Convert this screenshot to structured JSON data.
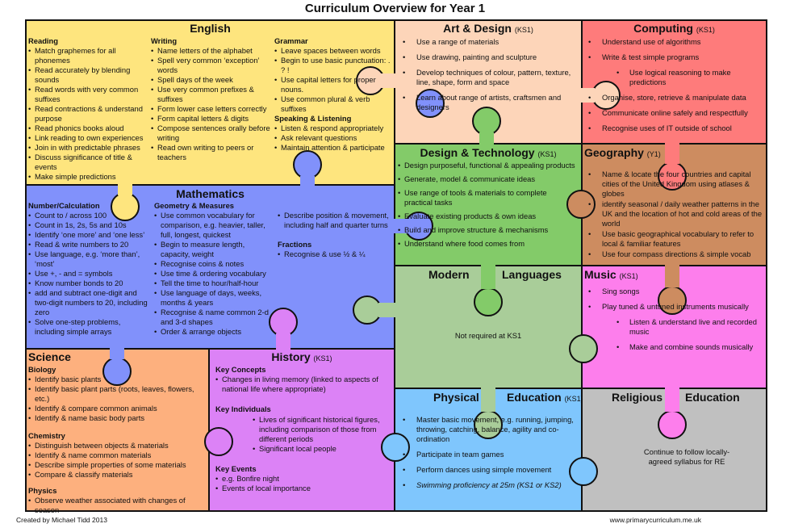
{
  "title": "Curriculum Overview for Year 1",
  "colors": {
    "english": "#fee57e",
    "art": "#fdd5b9",
    "computing": "#fe7b7b",
    "maths": "#8191fb",
    "design_tech": "#83cb69",
    "geography": "#cd8c60",
    "modern_languages": "#a9cd99",
    "music": "#fd7eec",
    "science": "#fdb07e",
    "history": "#dc82f6",
    "pe": "#7fc6fd",
    "re": "#c0c0c0"
  },
  "english": {
    "title": "English",
    "reading": {
      "label": "Reading",
      "items": [
        "Match graphemes for all phonemes",
        "Read accurately by blending sounds",
        "Read words with very common suffixes",
        "Read contractions & understand purpose",
        "Read phonics books aloud",
        "Link reading to own experiences",
        "Join in with predictable phrases",
        "Discuss significance of title & events",
        "Make simple predictions"
      ]
    },
    "writing": {
      "label": "Writing",
      "items": [
        "Name letters of the alphabet",
        "Spell very common ‘exception’ words",
        "Spell days of the week",
        "Use very common prefixes & suffixes",
        "Form lower case letters correctly",
        "Form capital letters & digits",
        "Compose sentences orally before writing",
        "Read own writing to peers or teachers"
      ]
    },
    "grammar": {
      "label": "Grammar",
      "items": [
        "Leave spaces between words",
        "Begin to use basic punctuation: . ? !",
        "Use capital letters for proper nouns.",
        "Use common plural & verb suffixes"
      ]
    },
    "speaking": {
      "label": "Speaking & Listening",
      "items": [
        "Listen & respond appropriately",
        "Ask relevant questions",
        "Maintain attention & participate"
      ]
    }
  },
  "maths": {
    "title": "Mathematics",
    "number": {
      "label": "Number/Calculation",
      "items": [
        "Count to / across 100",
        "Count in 1s, 2s, 5s and 10s",
        "Identify ‘one more’ and ‘one less’",
        "Read  & write numbers to 20",
        "Use language, e.g. ‘more than’, ‘most’",
        "Use +, - and = symbols",
        "Know number bonds to 20",
        "add and subtract one-digit and two-digit numbers to 20, including zero",
        "Solve one-step problems, including simple arrays"
      ]
    },
    "geometry": {
      "label": "Geometry & Measures",
      "items": [
        "Use common vocabulary for comparison, e.g. heavier, taller, full, longest, quickest",
        "Begin to measure length, capacity, weight",
        "Recognise coins & notes",
        "Use time & ordering vocabulary",
        "Tell the time to hour/half-hour",
        "Use language of days, weeks, months & years",
        "Recognise & name common 2-d and 3-d shapes",
        "Order & arrange objects"
      ]
    },
    "position": {
      "items": [
        "Describe position & movement, including half and quarter turns"
      ]
    },
    "fractions": {
      "label": "Fractions",
      "items": [
        "Recognise & use ½ & ¼"
      ]
    }
  },
  "science": {
    "title": "Science",
    "biology": {
      "label": "Biology",
      "items": [
        "Identify basic plants",
        "Identify basic plant parts (roots, leaves, flowers, etc.)",
        "Identify & compare common animals",
        "Identify & name basic body parts"
      ]
    },
    "chemistry": {
      "label": "Chemistry",
      "items": [
        "Distinguish between objects & materials",
        "Identify & name common materials",
        "Describe simple properties of some materials",
        "Compare & classify materials"
      ]
    },
    "physics": {
      "label": "Physics",
      "items": [
        "Observe weather associated with changes of season"
      ]
    }
  },
  "history": {
    "title": "History",
    "stage": "(KS1)",
    "concepts": {
      "label": "Key Concepts",
      "items": [
        "Changes in living memory (linked to aspects of national life where appropriate)"
      ]
    },
    "individuals": {
      "label": "Key Individuals",
      "items": [
        "Lives of significant historical figures, including comparison of those from different periods",
        "Significant local people"
      ]
    },
    "events": {
      "label": "Key Events",
      "items": [
        "e.g. Bonfire night",
        "Events of local importance"
      ]
    }
  },
  "art": {
    "title": "Art & Design",
    "stage": "(KS1)",
    "items": [
      "Use a range of materials",
      "Use drawing, painting and sculpture",
      "Develop techniques of colour, pattern, texture, line, shape, form and space",
      "Learn about range of artists, craftsmen and designers"
    ]
  },
  "computing": {
    "title": "Computing",
    "stage": "(KS1)",
    "items": [
      "Understand use of algorithms",
      "Write & test simple programs",
      "Use logical reasoning to make predictions",
      "Organise, store, retrieve & manipulate data",
      "Communicate online safely and respectfully",
      "Recognise uses of IT outside of school"
    ]
  },
  "design_tech": {
    "title": "Design & Technology",
    "stage": "(KS1)",
    "items": [
      "Design purposeful, functional & appealing products",
      "Generate, model & communicate ideas",
      "Use range of tools & materials to complete practical tasks",
      "Evaluate existing products & own ideas",
      "Build and improve structure & mechanisms",
      "Understand where food comes from"
    ]
  },
  "geography": {
    "title": "Geography",
    "stage": "(Y1)",
    "items": [
      "Name & locate the four countries and capital cities of the United Kingdom using atlases & globes",
      "identify seasonal / daily weather patterns in the UK and the location of hot and cold areas of the world",
      "Use basic geographical vocabulary to refer to local & familiar features",
      "Use four compass directions & simple vocab"
    ]
  },
  "modern_languages": {
    "title_left": "Modern",
    "title_right": "Languages",
    "text": "Not required at KS1"
  },
  "music": {
    "title": "Music",
    "stage": "(KS1)",
    "items": [
      "Sing songs",
      "Play tuned & untuned instruments musically",
      "Listen & understand live and recorded music",
      "Make and combine sounds musically"
    ]
  },
  "pe": {
    "title_left": "Physical",
    "title_right": "Education",
    "stage": "(KS1)",
    "items": [
      "Master basic movement, e.g. running, jumping, throwing, catching, balance, agility and co-ordination",
      "Participate in team games",
      "Perform dances using simple movement",
      "Swimming proficiency at 25m (KS1 or KS2)"
    ]
  },
  "re": {
    "title_left": "Religious",
    "title_right": "Education",
    "text": "Continue to follow locally-agreed syllabus for RE"
  },
  "footer": {
    "credit": "Created by Michael Tidd  2013",
    "website": "www.primarycurriculum.me.uk"
  }
}
